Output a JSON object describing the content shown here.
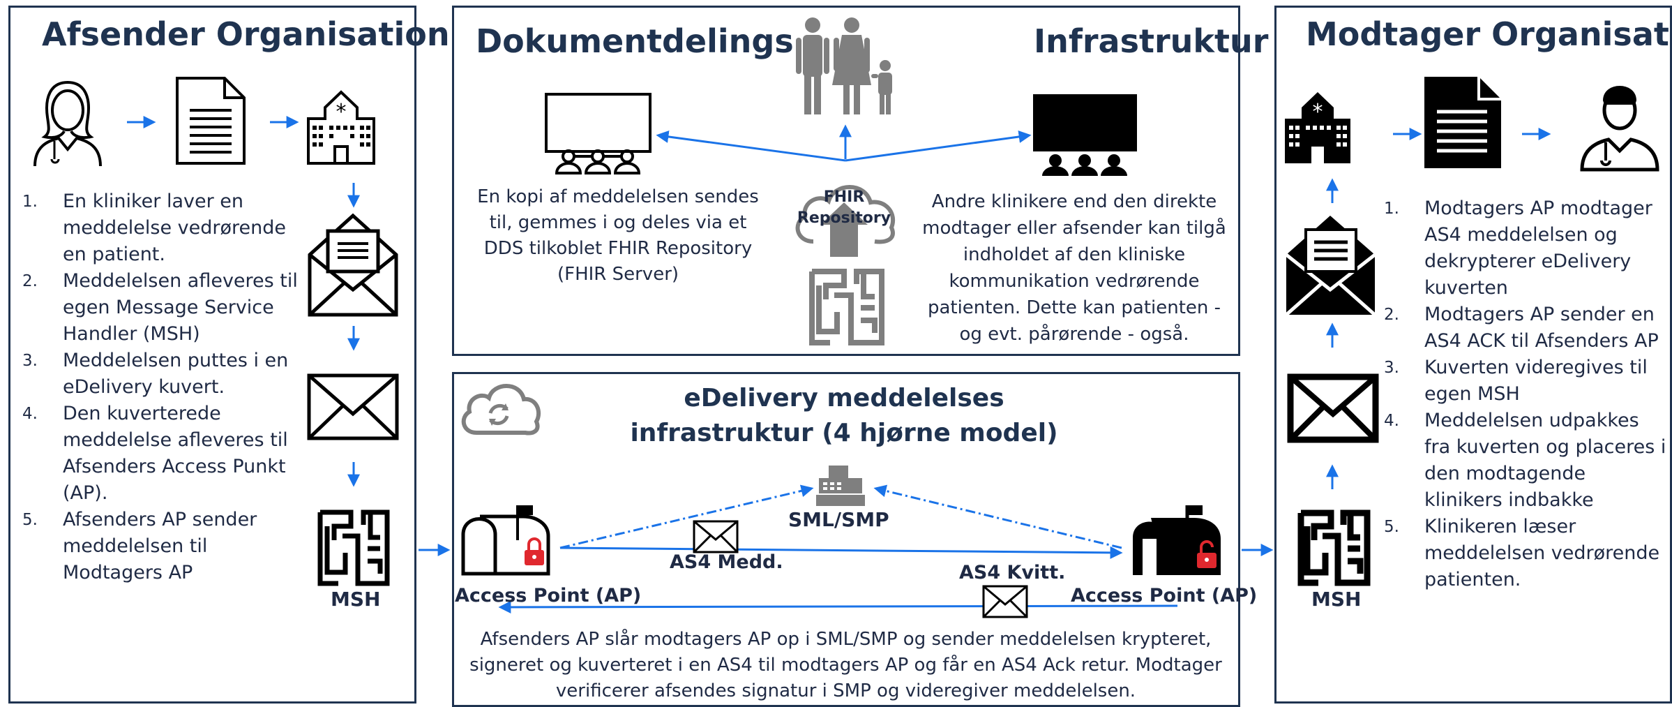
{
  "sender": {
    "title": "Afsender Organisation",
    "steps": [
      "En kliniker laver en meddelelse vedrørende en patient.",
      "Meddelelsen afleveres til egen Message Service Handler (MSH)",
      "Meddelelsen puttes i en eDelivery kuvert.",
      "Den kuverterede meddelelse afleveres til Afsenders Access Punkt (AP).",
      "Afsenders AP sender meddelelsen til Modtagers AP"
    ],
    "msh_label": "MSH"
  },
  "dds": {
    "title_left": "Dokumentdelings",
    "title_right": "Infrastruktur",
    "fhir_label": "FHIR Repository",
    "left_text": "En kopi af meddelelsen sendes til, gemmes i og deles via et DDS tilkoblet FHIR Repository (FHIR Server)",
    "right_text": "Andre klinikere end den direkte modtager eller afsender kan tilgå indholdet af den kliniske kommunikation vedrørende patienten. Dette kan patienten - og evt. pårørende - også."
  },
  "edelivery": {
    "title_line1": "eDelivery meddelelses",
    "title_line2": "infrastruktur (4 hjørne model)",
    "sml_label": "SML/SMP",
    "as4_medd": "AS4 Medd.",
    "as4_kvitt": "AS4 Kvitt.",
    "ap_left": "Access Point (AP)",
    "ap_right": "Access Point (AP)",
    "description": "Afsenders AP slår modtagers AP op i SML/SMP og sender meddelelsen krypteret, signeret og kuverteret i en AS4 til modtagers AP og får en AS4 Ack retur. Modtager verificerer afsendes signatur i SMP og videregiver meddelelsen."
  },
  "receiver": {
    "title": "Modtager Organisation",
    "steps": [
      "Modtagers AP modtager AS4 meddelelsen og dekrypterer eDelivery kuverten",
      "Modtagers AP sender en AS4 ACK til Afsenders AP",
      "Kuverten videregives til egen MSH",
      "Meddelelsen udpakkes fra kuverten og placeres i den modtagende klinikers indbakke",
      "Klinikeren læser meddelelsen vedrørende patienten."
    ],
    "msh_label": "MSH"
  },
  "colors": {
    "border": "#1f3350",
    "arrow": "#1a73e8",
    "lock": "#e0282e",
    "icon_gray": "#7f7f7f"
  }
}
